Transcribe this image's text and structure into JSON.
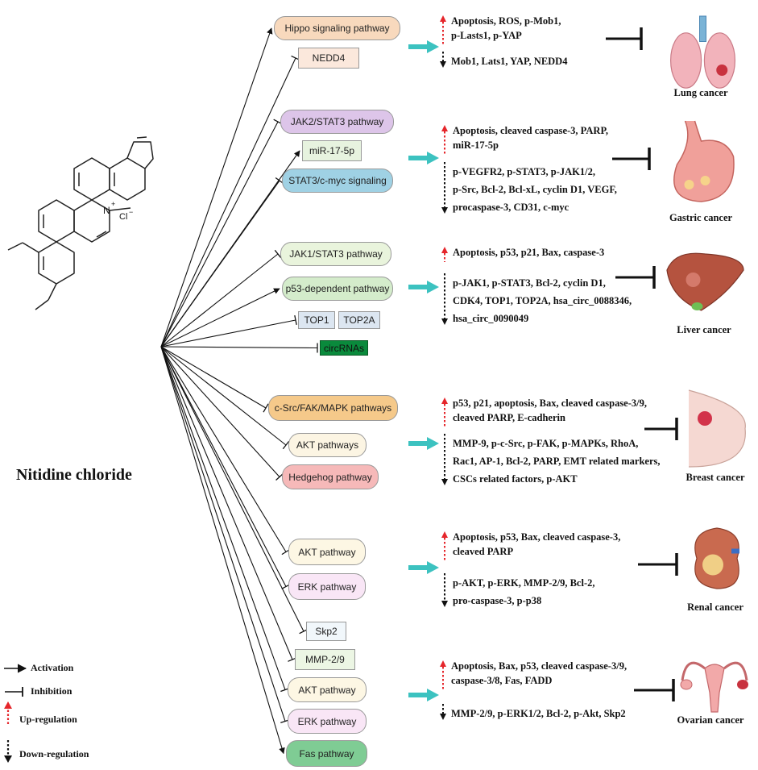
{
  "compound": {
    "name": "Nitidine chloride",
    "n_label": "N",
    "n_charge": "+",
    "cl_label": "Cl",
    "cl_charge": "−"
  },
  "colors": {
    "arrow": "#111111",
    "teal_arrow": "#3cc2c0",
    "up": "#e5262b",
    "down": "#111111"
  },
  "legend": {
    "activation": "Activation",
    "inhibition": "Inhibition",
    "up": "Up-regulation",
    "down": "Down-regulation"
  },
  "groups": [
    {
      "organ": "Lung cancer",
      "icon": "lung-icon",
      "up_lines": [
        "Apoptosis, ROS, p-Mob1,",
        "p-Lasts1, p-YAP"
      ],
      "down_lines": [
        "Mob1, Lats1, YAP, NEDD4"
      ],
      "targets": [
        {
          "label": "Hippo signaling pathway",
          "effect": "activation",
          "fill": "#f8d9bd"
        },
        {
          "label": "NEDD4",
          "effect": "inhibition",
          "fill": "#fbe8dc"
        }
      ]
    },
    {
      "organ": "Gastric cancer",
      "icon": "stomach-icon",
      "up_lines": [
        "Apoptosis, cleaved caspase-3, PARP,",
        "miR-17-5p"
      ],
      "down_lines": [
        "p-VEGFR2, p-STAT3, p-JAK1/2,",
        "p-Src, Bcl-2, Bcl-xL, cyclin D1, VEGF,",
        "procaspase-3, CD31, c-myc"
      ],
      "targets": [
        {
          "label": "JAK2/STAT3 pathway",
          "effect": "inhibition",
          "fill": "#ddc5e9"
        },
        {
          "label": "miR-17-5p",
          "effect": "activation",
          "fill": "#e7f3df"
        },
        {
          "label": "STAT3/c-myc signaling",
          "effect": "inhibition",
          "fill": "#9fd1e4"
        }
      ]
    },
    {
      "organ": "Liver cancer",
      "icon": "liver-icon",
      "up_lines": [
        "Apoptosis, p53, p21, Bax, caspase-3"
      ],
      "down_lines": [
        "p-JAK1, p-STAT3, Bcl-2, cyclin D1,",
        "CDK4, TOP1, TOP2A, hsa_circ_0088346,",
        "hsa_circ_0090049"
      ],
      "targets": [
        {
          "label": "JAK1/STAT3 pathway",
          "effect": "inhibition",
          "fill": "#e9f4dc"
        },
        {
          "label": "p53-dependent pathway",
          "effect": "activation",
          "fill": "#d4eccb"
        },
        {
          "label": "TOP1",
          "effect": "inhibition",
          "fill": "#dce6f1"
        },
        {
          "label": "TOP2A",
          "effect": "none",
          "fill": "#dce6f1"
        },
        {
          "label": "circRNAs",
          "effect": "inhibition",
          "fill": "#0a8a3c"
        }
      ]
    },
    {
      "organ": "Breast cancer",
      "icon": "breast-icon",
      "up_lines": [
        "p53, p21, apoptosis, Bax,  cleaved caspase-3/9,",
        "cleaved PARP, E-cadherin"
      ],
      "down_lines": [
        "MMP-9, p-c-Src, p-FAK, p-MAPKs, RhoA,",
        "Rac1, AP-1, Bcl-2, PARP, EMT related markers,",
        "CSCs related factors, p-AKT"
      ],
      "targets": [
        {
          "label": "c-Src/FAK/MAPK pathways",
          "effect": "inhibition",
          "fill": "#f5c98a"
        },
        {
          "label": "AKT pathways",
          "effect": "inhibition",
          "fill": "#fcf5e3"
        },
        {
          "label": "Hedgehog pathway",
          "effect": "inhibition",
          "fill": "#f6b9b9"
        }
      ]
    },
    {
      "organ": "Renal cancer",
      "icon": "kidney-icon",
      "up_lines": [
        "Apoptosis, p53, Bax, cleaved caspase-3,",
        "cleaved PARP"
      ],
      "down_lines": [
        "p-AKT, p-ERK, MMP-2/9, Bcl-2,",
        "pro-caspase-3, p-p38"
      ],
      "targets": [
        {
          "label": "AKT pathway",
          "effect": "inhibition",
          "fill": "#fdf7e4"
        },
        {
          "label": "ERK pathway",
          "effect": "inhibition",
          "fill": "#f9e6f6"
        }
      ]
    },
    {
      "organ": "Ovarian cancer",
      "icon": "uterus-ovary-icon",
      "up_lines": [
        "Apoptosis, Bax, p53, cleaved caspase-3/9,",
        "caspase-3/8, Fas, FADD"
      ],
      "down_lines": [
        "MMP-2/9, p-ERK1/2, Bcl-2, p-Akt, Skp2"
      ],
      "targets": [
        {
          "label": "Skp2",
          "effect": "inhibition",
          "fill": "#f1f7fb"
        },
        {
          "label": "MMP-2/9",
          "effect": "inhibition",
          "fill": "#ecf6e4"
        },
        {
          "label": "AKT pathway",
          "effect": "inhibition",
          "fill": "#fdf7e4"
        },
        {
          "label": "ERK pathway",
          "effect": "inhibition",
          "fill": "#f9e6f6"
        },
        {
          "label": "Fas pathway",
          "effect": "activation",
          "fill": "#7fcc94"
        }
      ]
    }
  ]
}
